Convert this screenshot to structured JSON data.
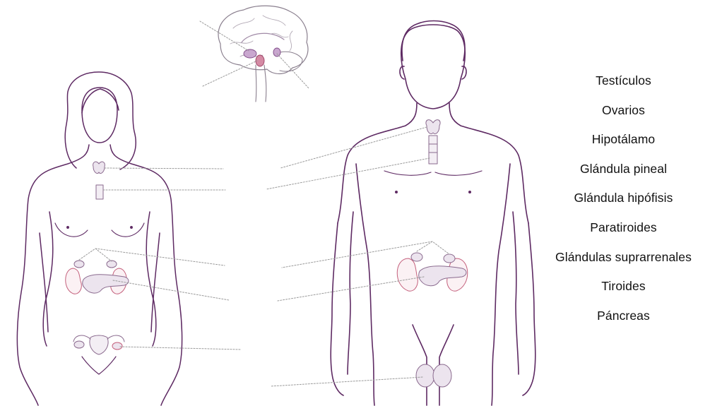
{
  "colors": {
    "outline": "#5e2a63",
    "organ": "#bfa6c2",
    "organ_stroke": "#8a6a8e",
    "highlight": "#c4607c",
    "leader": "#9a9a9a"
  },
  "figures": [
    {
      "id": "female-body",
      "organs": [
        "thyroid",
        "parathyroids",
        "adrenal-glands",
        "pancreas",
        "ovaries"
      ]
    },
    {
      "id": "male-body",
      "organs": [
        "thyroid",
        "parathyroids",
        "adrenal-glands",
        "pancreas",
        "testicles"
      ]
    },
    {
      "id": "brain",
      "organs": [
        "pineal-gland",
        "hypothalamus",
        "pituitary-gland"
      ]
    }
  ],
  "word_bank": [
    "Testículos",
    "Ovarios",
    "Hipotálamo",
    "Glándula pineal",
    "Glándula hipófisis",
    "Paratiroides",
    "Glándulas suprarrenales",
    "Tiroides",
    "Páncreas"
  ]
}
